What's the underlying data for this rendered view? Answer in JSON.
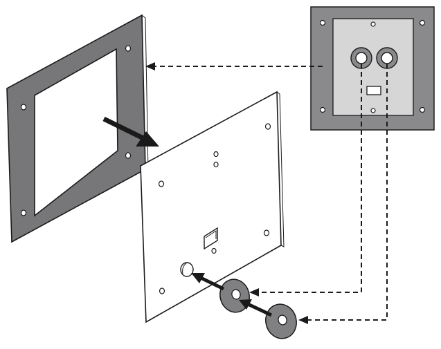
{
  "diagram": {
    "kind": "assembly-instruction",
    "parts": [
      "gasket-frame",
      "mounting-plate",
      "connector-panel",
      "washer-small",
      "washer-large"
    ],
    "colors": {
      "panel_fill": "#8a8a8c",
      "panel_inset": "#d6d6d6",
      "frame_fill": "#77777a",
      "plate_fill": "#ffffff",
      "washer_fill": "#808083",
      "stroke": "#1a1a1a"
    }
  }
}
